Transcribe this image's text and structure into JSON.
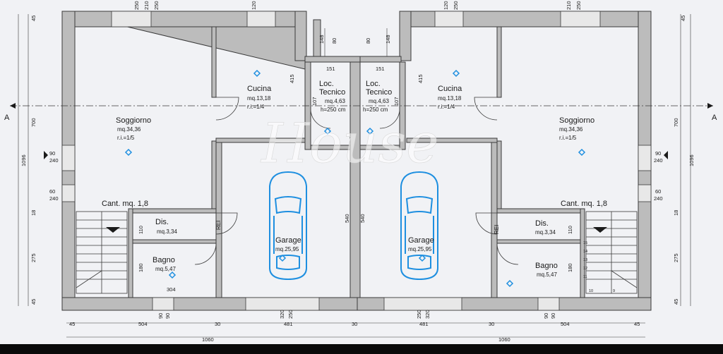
{
  "left_unit": {
    "soggiorno": {
      "name": "Soggiorno",
      "area": "mq.34,36",
      "ri": "r.i.=1/5"
    },
    "cucina": {
      "name": "Cucina",
      "area": "mq.13,18",
      "ri": "r.i.=1/4"
    },
    "loc_tecnico": {
      "name1": "Loc.",
      "name2": "Tecnico",
      "area": "mq.4,63",
      "height": "h=250 cm"
    },
    "garage": {
      "name": "Garage",
      "area": "mq.25,95"
    },
    "dis": {
      "name": "Dis.",
      "area": "mq.3,34"
    },
    "bagno": {
      "name": "Bagno",
      "area": "mq.5,47"
    },
    "cant": {
      "label": "Cant. mq. 1,8"
    },
    "rei": "REI"
  },
  "right_unit": {
    "soggiorno": {
      "name": "Soggiorno",
      "area": "mq.34,36",
      "ri": "r.i.=1/5"
    },
    "cucina": {
      "name": "Cucina",
      "area": "mq.13,18",
      "ri": "r.i.=1/4"
    },
    "loc_tecnico": {
      "name1": "Loc.",
      "name2": "Tecnico",
      "area": "mq.4,63",
      "height": "h=250 cm"
    },
    "garage": {
      "name": "Garage",
      "area": "mq.25,95"
    },
    "dis": {
      "name": "Dis.",
      "area": "mq.3,34"
    },
    "bagno": {
      "name": "Bagno",
      "area": "mq.5,47"
    },
    "cant": {
      "label": "Cant. mq. 1,8"
    },
    "rei": "REI"
  },
  "section_marks": {
    "left": "A",
    "right": "A"
  },
  "dimensions": {
    "top": [
      "250",
      "210",
      "250",
      "120",
      "148",
      "80",
      "80",
      "148",
      "120",
      "250",
      "210",
      "250"
    ],
    "bottom_row1": [
      "45",
      "504",
      "30",
      "481",
      "30",
      "481",
      "30",
      "504",
      "45"
    ],
    "bottom_row2": [
      "1060",
      "1060"
    ],
    "bottom_openings": [
      "90",
      "90",
      "320",
      "250",
      "250",
      "320",
      "90",
      "90"
    ],
    "left_vertical": [
      "45",
      "700",
      "1096",
      "45",
      "275",
      "18"
    ],
    "right_vertical": [
      "45",
      "700",
      "1096",
      "45",
      "275",
      "18"
    ],
    "window_left": [
      "90",
      "240",
      "60",
      "240"
    ],
    "window_right": [
      "90",
      "240",
      "60",
      "240"
    ],
    "interior": [
      "415",
      "415",
      "151",
      "151",
      "107",
      "107",
      "540",
      "540",
      "110",
      "110",
      "180",
      "180",
      "304"
    ]
  },
  "stairs_right": [
    "15",
    "14",
    "13",
    "12",
    "11",
    "10",
    "9"
  ],
  "watermark": "House"
}
